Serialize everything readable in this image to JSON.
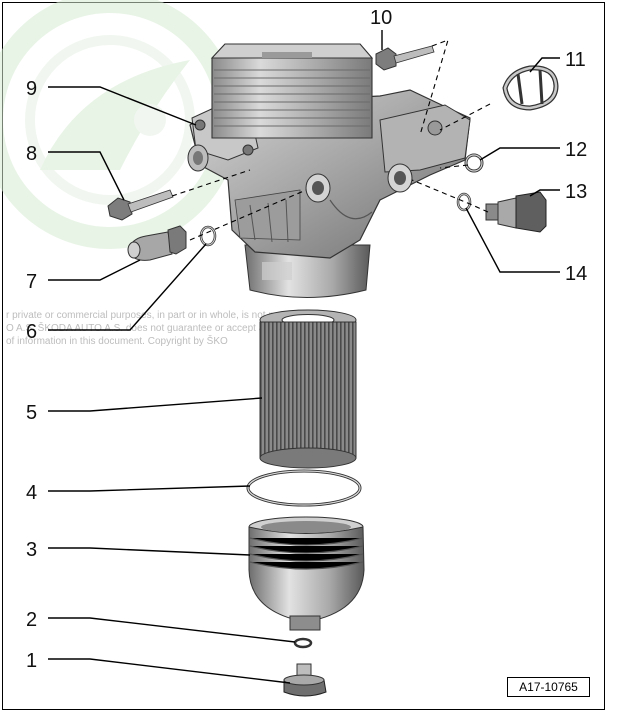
{
  "figure_ref": "A17-10765",
  "watermark": {
    "line1": "r private or commercial purposes, in part or in whole, is not permitted",
    "line2": "O A.S. ŠKODA AUTO A.S. does not guarantee or accept any liability",
    "line3": "of information in this document. Copyright by ŠKO"
  },
  "callouts": [
    "1",
    "2",
    "3",
    "4",
    "5",
    "6",
    "7",
    "8",
    "9",
    "10",
    "11",
    "12",
    "13",
    "14"
  ],
  "colors": {
    "logo_watermark": "#d7ecd3",
    "part_grey": "#9a9a9a",
    "line": "#000000"
  }
}
